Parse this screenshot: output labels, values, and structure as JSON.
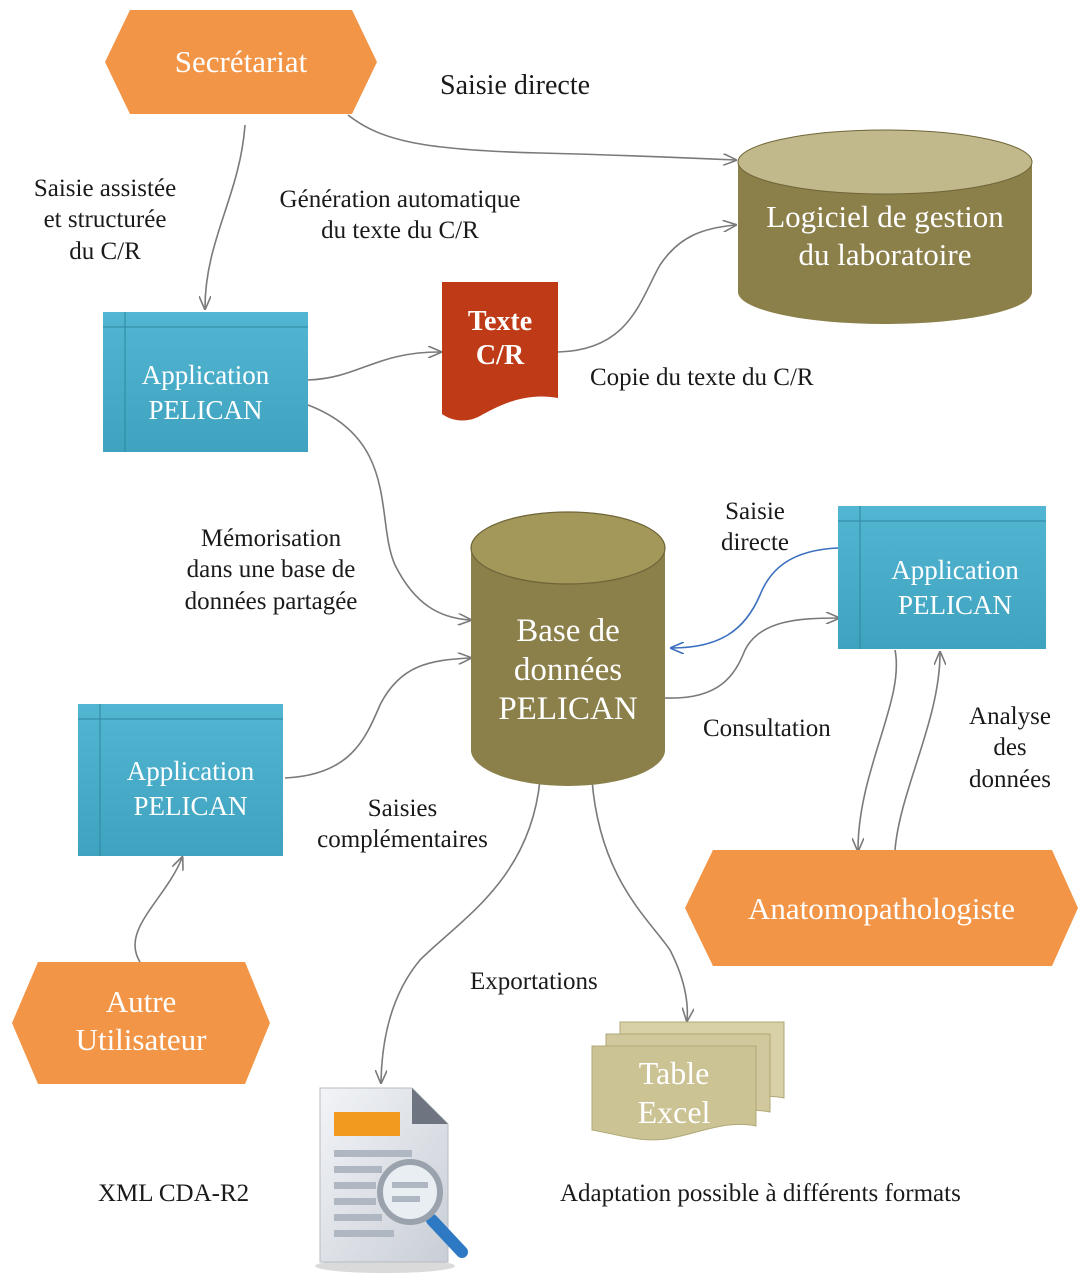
{
  "nodes": {
    "secretariat": "Secrétariat",
    "app_top": [
      "Application",
      "PELICAN"
    ],
    "texte_cr": [
      "Texte",
      "C/R"
    ],
    "logiciel": [
      "Logiciel de gestion",
      "du laboratoire"
    ],
    "database": [
      "Base de",
      "données",
      "PELICAN"
    ],
    "app_right": [
      "Application",
      "PELICAN"
    ],
    "app_left": [
      "Application",
      "PELICAN"
    ],
    "anatomo": "Anatomopathologiste",
    "autre": [
      "Autre",
      "Utilisateur"
    ],
    "table_excel": [
      "Table",
      "Excel"
    ]
  },
  "labels": {
    "saisie_directe_top": "Saisie  directe",
    "saisie_assistee": [
      "Saisie assistée",
      "et structurée",
      "du C/R"
    ],
    "generation": [
      "Génération automatique",
      "du texte du C/R"
    ],
    "copie": "Copie du texte du C/R",
    "memorisation": [
      "Mémorisation",
      "dans une base de",
      "données partagée"
    ],
    "saisie_directe_right": [
      "Saisie",
      "directe"
    ],
    "consultation": "Consultation",
    "analyse": [
      "Analyse",
      "des",
      "données"
    ],
    "saisies_compl": [
      "Saisies",
      "complémentaires"
    ],
    "exportations": "Exportations",
    "xml": "XML  CDA-R2",
    "adaptation": "Adaptation possible à différents formats"
  },
  "colors": {
    "hexagon": "#f39547",
    "application": "#4aaecb",
    "cylinder_body": "#8b7f4a",
    "cylinder_top": "#c1b98b",
    "document": "#bf3a17",
    "excel": "#cbc394",
    "arrow": "#7a7a7a",
    "arrow_blue": "#3a6fbf"
  },
  "icons": {
    "xml_document": "document-magnifier-icon"
  }
}
